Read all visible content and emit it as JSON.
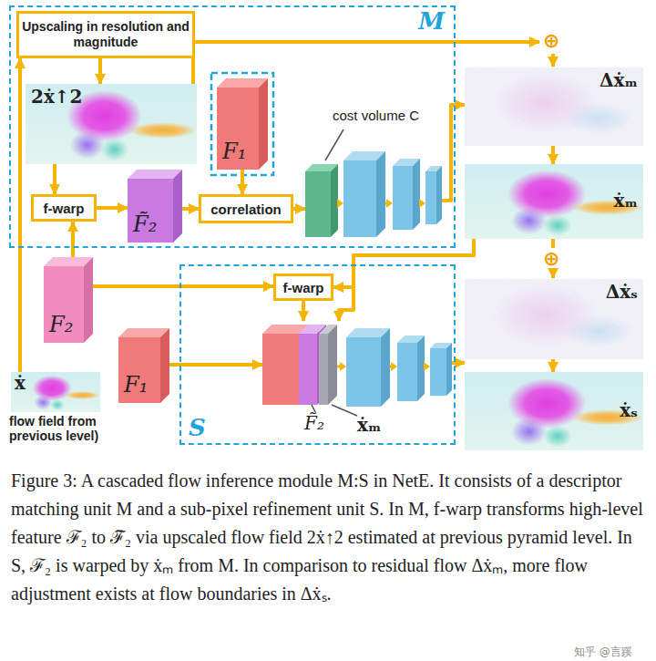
{
  "diagram": {
    "caption": "Figure 3: A cascaded flow inference module M:S in NetE. It consists of a descriptor matching unit M and a sub-pixel refinement unit S. In M, f-warp transforms high-level feature ℱ₂ to ℱ̃₂ via upscaled flow field 2ẋ↑2 estimated at previous pyramid level. In S, ℱ₂ is warped by ẋₘ from M. In comparison to residual flow Δẋₘ, more flow adjustment exists at flow boundaries in Δẋₛ.",
    "nodes": [
      {
        "text": [
          "M"
        ]
      },
      {
        "text": [
          "Upscaling in resolution and magnitude"
        ],
        "in": 0
      },
      {
        "text": [
          "2ẋ↑2"
        ],
        "in": 0
      },
      {
        "text": [
          "F₁"
        ],
        "in": 0
      },
      {
        "text": [
          "f-warp"
        ],
        "in": 0
      },
      {
        "text": [
          "F̃₂"
        ],
        "in": 0
      },
      {
        "text": [
          "correlation"
        ],
        "in": 0
      },
      {
        "text": [
          "cost volume C"
        ],
        "in": 0
      },
      {
        "text": [
          "Δẋₘ"
        ]
      },
      {
        "text": [
          "ẋₘ"
        ]
      },
      {
        "text": [
          "F₂"
        ]
      },
      {
        "text": [
          "F₁"
        ]
      },
      {
        "text": [
          "S"
        ]
      },
      {
        "text": [
          "f-warp"
        ],
        "in": 12
      },
      {
        "text": [
          "F̃₂",
          "ẋₘ"
        ],
        "in": 12
      },
      {
        "text": [
          "Δẋₛ"
        ]
      },
      {
        "text": [
          "ẋₛ"
        ]
      },
      {
        "text": [
          "ẋ",
          "flow field from previous level)"
        ]
      }
    ],
    "edges": [
      {
        "from": 17,
        "to": 1,
        "arrow": "to"
      },
      {
        "from": 1,
        "to": 2,
        "arrow": "to"
      },
      {
        "from": 2,
        "to": 4,
        "arrow": "to"
      },
      {
        "from": 10,
        "to": 4,
        "arrow": "to"
      },
      {
        "from": 4,
        "to": 5,
        "arrow": "to"
      },
      {
        "from": 5,
        "to": 6,
        "arrow": "to"
      },
      {
        "from": 3,
        "to": 6,
        "arrow": "to"
      },
      {
        "from": 6,
        "to": 7,
        "arrow": "to"
      },
      {
        "from": 7,
        "to": 8,
        "arrow": "to"
      },
      {
        "from": 8,
        "to": 9,
        "arrow": "to"
      },
      {
        "from": 9,
        "to": 13,
        "arrow": "to"
      },
      {
        "from": 9,
        "to": 14,
        "arrow": "to"
      },
      {
        "from": 10,
        "to": 13,
        "arrow": "to"
      },
      {
        "from": 13,
        "to": 14,
        "arrow": "to"
      },
      {
        "from": 11,
        "to": 14,
        "arrow": "to"
      },
      {
        "from": 14,
        "to": 15,
        "arrow": "to"
      },
      {
        "from": 15,
        "to": 16,
        "arrow": "to"
      }
    ],
    "labels": [
      "⊕",
      "⊕",
      "知乎 @言蹊"
    ]
  }
}
